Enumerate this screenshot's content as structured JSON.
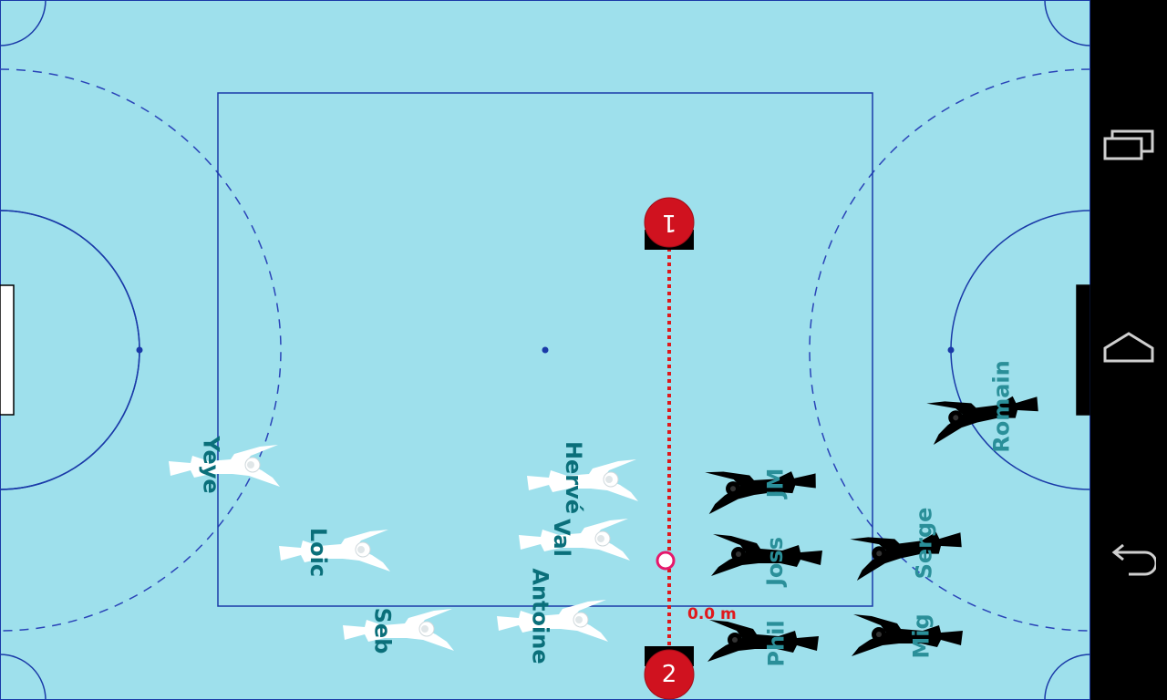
{
  "colors": {
    "water": "#9ee0ec",
    "line": "#1a3aa8",
    "dashed": "#2a44b8",
    "measure": "#e0191c",
    "referee": "#d0121f",
    "ball": "#e6186b",
    "white_team_label": "#0a6f7a",
    "black_team_label": "#2a8f99"
  },
  "measure": {
    "distance_label": "0.0 m"
  },
  "referees": [
    {
      "id": "referee-1",
      "number": "1"
    },
    {
      "id": "referee-2",
      "number": "2"
    }
  ],
  "white_team": [
    {
      "name": "Yeye"
    },
    {
      "name": "Loic"
    },
    {
      "name": "Seb"
    },
    {
      "name": "Hervé"
    },
    {
      "name": "Val"
    },
    {
      "name": "Antoine"
    }
  ],
  "black_team": [
    {
      "name": "Romain"
    },
    {
      "name": "JM"
    },
    {
      "name": "Joss"
    },
    {
      "name": "Serge"
    },
    {
      "name": "Phil"
    },
    {
      "name": "Mig"
    }
  ],
  "navbar": {
    "recents_icon": "recent-apps-icon",
    "home_icon": "home-icon",
    "back_icon": "back-icon"
  }
}
